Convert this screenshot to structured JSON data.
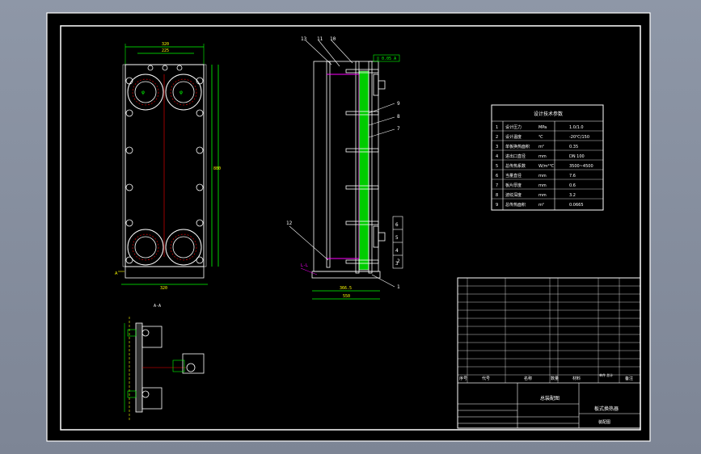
{
  "drawing": {
    "tech_table_title": "设计技术参数",
    "tech_params": [
      {
        "no": "1",
        "name": "设计压力",
        "unit": "MPa",
        "value": "1.0/1.0"
      },
      {
        "no": "2",
        "name": "设计温度",
        "unit": "℃",
        "value": "-20℃/150"
      },
      {
        "no": "3",
        "name": "单板换热面积",
        "unit": "m²",
        "value": "0.35"
      },
      {
        "no": "4",
        "name": "进出口直径",
        "unit": "mm",
        "value": "DN 100"
      },
      {
        "no": "5",
        "name": "总传热系数",
        "unit": "W/m²℃",
        "value": "3500~4500"
      },
      {
        "no": "6",
        "name": "当量直径",
        "unit": "mm",
        "value": "7.6"
      },
      {
        "no": "7",
        "name": "板片厚度",
        "unit": "mm",
        "value": "0.6"
      },
      {
        "no": "8",
        "name": "波纹深度",
        "unit": "mm",
        "value": "3.2"
      },
      {
        "no": "9",
        "name": "总传热面积",
        "unit": "m²",
        "value": "0.0665"
      }
    ],
    "parts_header": {
      "no": "序号",
      "code": "代号",
      "name": "名称",
      "qty": "数量",
      "material": "材料",
      "weight": "单件 总计",
      "remark": "备注"
    },
    "title_block": {
      "company": "总装配图",
      "product": "板式换热器",
      "drawing_no": "装配图"
    },
    "side_labels": {
      "a": "A-A",
      "b": "L-L"
    },
    "balloons": [
      "13",
      "11",
      "10",
      "9",
      "8",
      "7",
      "6",
      "5",
      "4",
      "3",
      "2",
      "1",
      "12"
    ]
  }
}
